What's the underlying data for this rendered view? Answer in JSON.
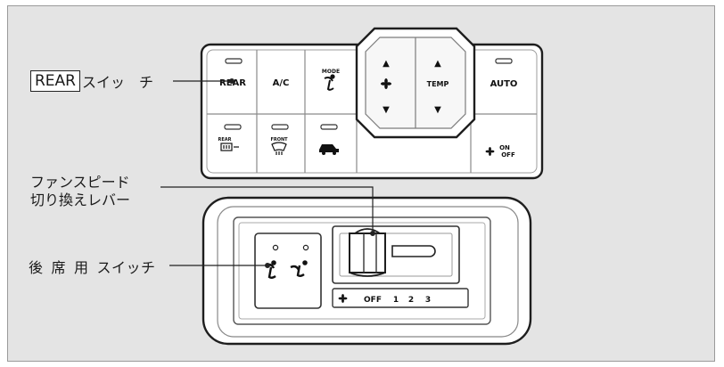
{
  "labels": {
    "rear_switch_boxed": "REAR",
    "rear_switch_rest": "スイッ　チ",
    "fan_lever_line1": "ファンスピード",
    "fan_lever_line2": "切り換えレバー",
    "rear_seat_word1": "後",
    "rear_seat_word2": "席",
    "rear_seat_word3": "用",
    "rear_seat_word4": "スイッチ"
  },
  "panel": {
    "rear": "REAR",
    "ac": "A/C",
    "mode": "MODE",
    "temp": "TEMP",
    "auto": "AUTO",
    "rear_defog": "REAR",
    "front_defog": "FRONT",
    "on": "ON",
    "off": "OFF",
    "arrow_up": "▲",
    "arrow_down": "▼"
  },
  "console": {
    "off": "OFF",
    "speed1": "1",
    "speed2": "2",
    "speed3": "3"
  }
}
